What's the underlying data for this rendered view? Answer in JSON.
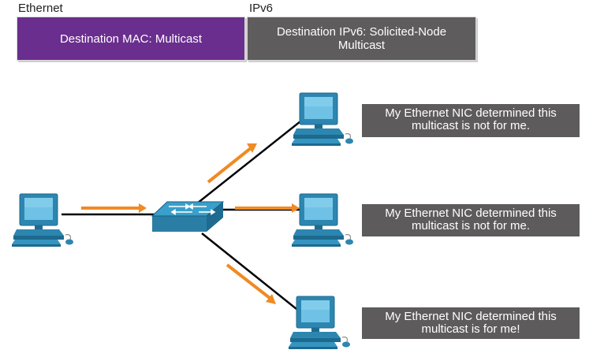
{
  "frame": {
    "ethernet_label": "Ethernet",
    "ipv6_label": "IPv6",
    "ethernet_field": "Destination MAC: Multicast",
    "ipv6_field": "Destination IPv6: Solicited-Node Multicast"
  },
  "hosts": [
    {
      "message": "My Ethernet NIC determined this multicast is not for me."
    },
    {
      "message": "My Ethernet NIC determined this multicast is not for me."
    },
    {
      "message": "My Ethernet NIC determined this multicast is for me!"
    }
  ],
  "colors": {
    "ethernet_box": "#6a2e8e",
    "ipv6_box": "#5e5c5c",
    "message_box": "#5d5b5b",
    "arrow": "#f08a24",
    "switch": "#2f8fb8",
    "pc": "#2c86b0"
  }
}
